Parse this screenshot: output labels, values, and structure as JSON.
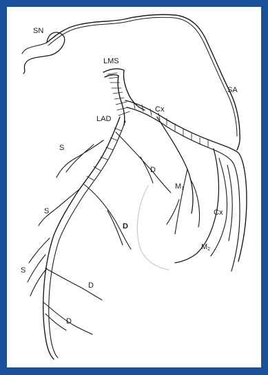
{
  "labels": {
    "sn": "SN",
    "lms": "LMS",
    "sa": "SA",
    "cx_top": "Cx",
    "lad": "LAD",
    "s1": "S",
    "d1": "D",
    "m1": "M",
    "m1_sub": "1",
    "s2": "S",
    "d2": "D",
    "cx_mid": "Cx",
    "m2": "M",
    "m2_sub": "2",
    "s3": "S",
    "d3": "D",
    "d4": "D"
  },
  "colors": {
    "frame": "#1a4f9c",
    "panel": "#ffffff",
    "ink": "#1a1a1a",
    "contour": "#c8c8c8"
  }
}
